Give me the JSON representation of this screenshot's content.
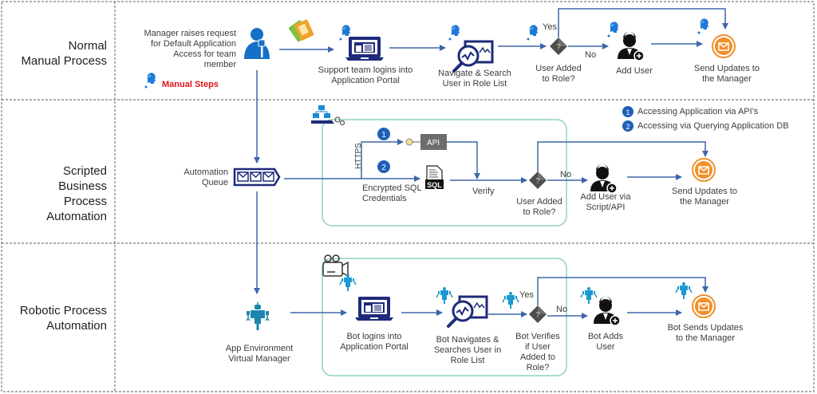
{
  "lanes": [
    {
      "title_line1": "Normal",
      "title_line2": "Manual Process",
      "start_text": [
        "Manager raises request",
        "for Default Application",
        "Access for team",
        "member"
      ],
      "legend_manual": "Manual Steps",
      "steps": {
        "login": [
          "Support team logins into",
          "Application Portal"
        ],
        "search": [
          "Navigate & Search",
          "User in Role List"
        ],
        "decision": [
          "User Added",
          "to Role?"
        ],
        "add": [
          "Add User"
        ],
        "send": [
          "Send Updates to",
          "the Manager"
        ]
      },
      "yes_label": "Yes",
      "no_label": "No"
    },
    {
      "title_line1": "Scripted Business",
      "title_line2": "Process",
      "title_line3": "Automation",
      "queue_text": [
        "Automation",
        "Queue"
      ],
      "https_label": "HTTPS",
      "api_label": "API",
      "sql_label": "SQL",
      "sql_text": [
        "Encrypted SQL",
        "Credentials"
      ],
      "verify_label": "Verify",
      "badge1": "1",
      "badge2": "2",
      "legend": [
        {
          "num": "1",
          "text": "Accessing Application via API's"
        },
        {
          "num": "2",
          "text": "Accessing via Querying Application DB"
        }
      ],
      "steps": {
        "decision": [
          "User Added",
          "to Role?"
        ],
        "add": [
          "Add User via",
          "Script/API"
        ],
        "send": [
          "Send Updates to",
          "the Manager"
        ]
      },
      "no_label": "No"
    },
    {
      "title_line1": "Robotic Process",
      "title_line2": "Automation",
      "vm_text": [
        "App Environment",
        "Virtual Manager"
      ],
      "steps": {
        "login": [
          "Bot logins into",
          "Application Portal"
        ],
        "search": [
          "Bot Navigates &",
          "Searches User in",
          "Role List"
        ],
        "decision": [
          "Bot Verifies",
          "if User",
          "Added to",
          "Role?"
        ],
        "add": [
          "Bot Adds",
          "User"
        ],
        "send": [
          "Bot Sends Updates",
          "to the Manager"
        ]
      },
      "yes_label": "Yes",
      "no_label": "No"
    }
  ],
  "colors": {
    "arrow": "#3f66a8",
    "icon_navy": "#1f2a7a",
    "icon_blue": "#1570c6",
    "robot_teal": "#1b86ad",
    "email_orange": "#f0902a",
    "green_box": "#8fd3b8",
    "diamond": "#5a5a5a",
    "manual_red": "#e0141e"
  }
}
